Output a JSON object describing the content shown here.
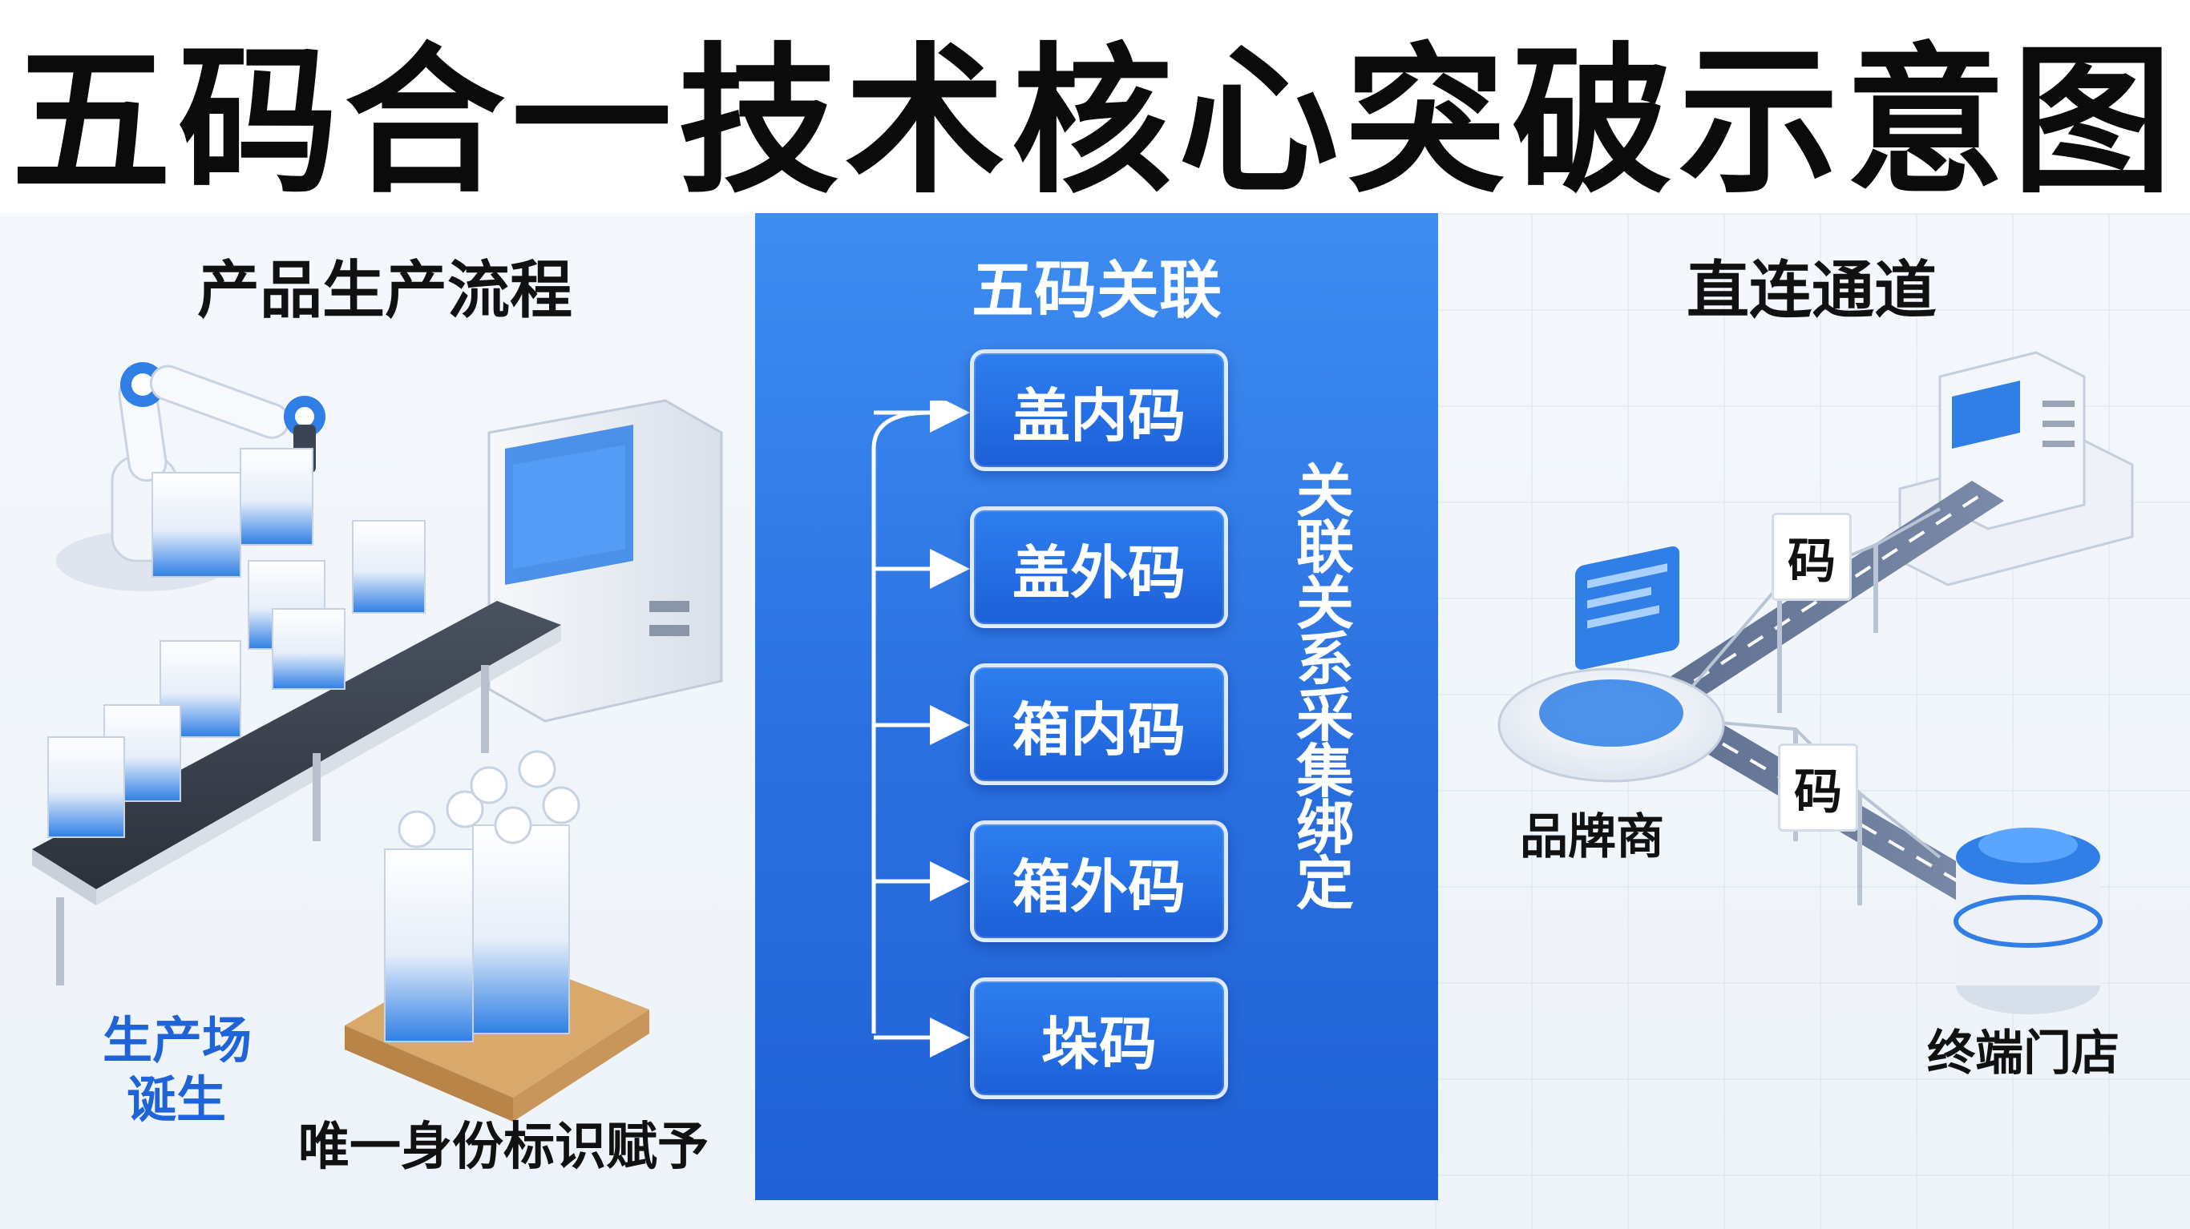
{
  "title": "五码合一技术核心突破示意图",
  "left": {
    "heading": "产品生产流程",
    "factory_label_line1": "生产场",
    "factory_label_line2": "诞生",
    "identity_label": "唯一身份标识赋予"
  },
  "middle": {
    "heading": "五码关联",
    "codes": [
      "盖内码",
      "盖外码",
      "箱内码",
      "箱外码",
      "垛码"
    ],
    "side_label": "关联关系采集绑定"
  },
  "right": {
    "heading": "直连通道",
    "bridge_code_1": "码",
    "bridge_code_2": "码",
    "brand_label": "品牌商",
    "store_label": "终端门店"
  },
  "colors": {
    "accent_blue": "#2a6fe0",
    "factory_label_blue": "#1f63d8",
    "title_black": "#0b0b0b"
  }
}
